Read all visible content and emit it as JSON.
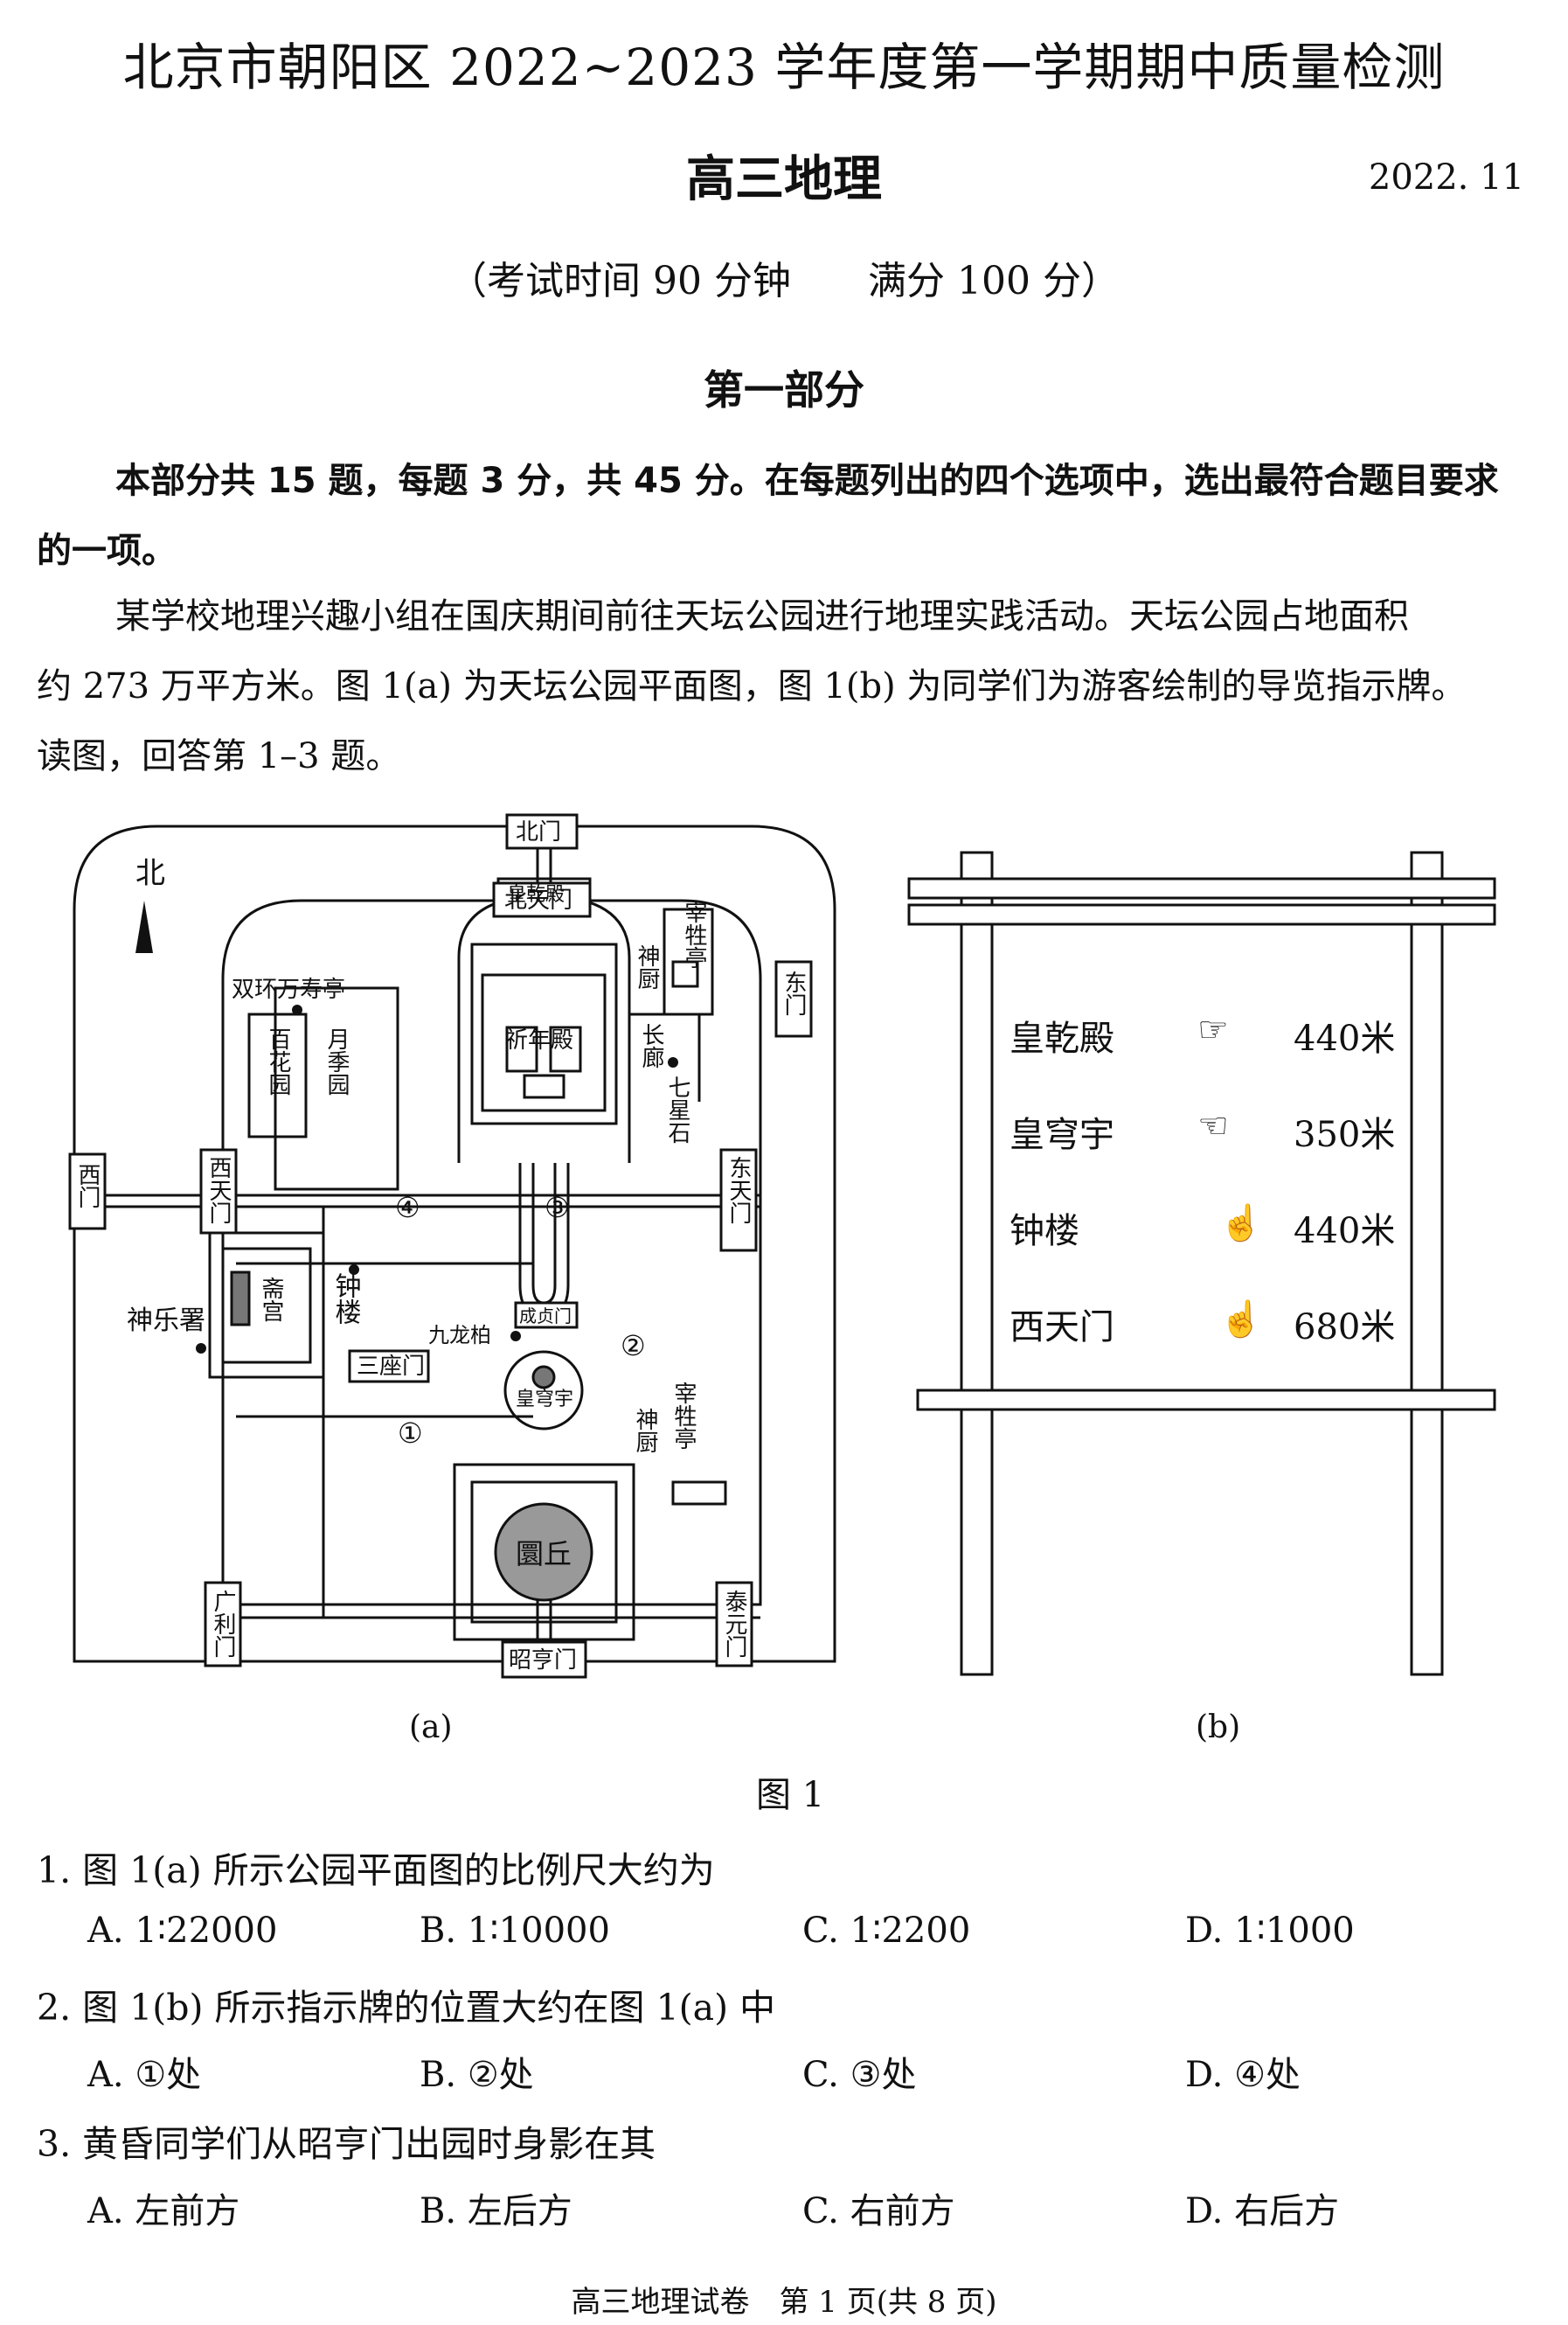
{
  "header": {
    "title": "北京市朝阳区 2022~2023 学年度第一学期期中质量检测",
    "subject": "高三地理",
    "date": "2022. 11",
    "exam_info": "（考试时间 90 分钟　　满分 100 分）"
  },
  "section": {
    "title": "第一部分",
    "instructions_line1": "本部分共 15 题，每题 3 分，共 45 分。在每题列出的四个选项中，选出最符合题目要求",
    "instructions_line2": "的一项。"
  },
  "intro": {
    "line1": "某学校地理兴趣小组在国庆期间前往天坛公园进行地理实践活动。天坛公园占地面积",
    "line2": "约 273 万平方米。图 1(a) 为天坛公园平面图，图 1(b) 为同学们为游客绘制的导览指示牌。",
    "line3": "读图，回答第 1–3 题。"
  },
  "figure": {
    "map_labels": {
      "north": "北",
      "north_gate": "北门",
      "north_heaven_gate": "北天门",
      "zaisheng_ting_top": "宰牲亭",
      "shenchu_top": "神厨",
      "east_gate": "东门",
      "huangqian_dian": "皇乾殿",
      "qinian_dian": "祈年殿",
      "changlang": "长廊",
      "qixing_shi": "七星石",
      "shuanghuan_ting": "双环万寿亭",
      "baihua_yuan": "百花园",
      "yueji_yuan": "月季园",
      "west_gate": "西门",
      "west_heaven_gate": "西天门",
      "east_heaven_gate": "东天门",
      "zhai_gong": "斋宫",
      "zhong_lou": "钟楼",
      "shenyue_shu": "神乐署",
      "jiulong_bai": "九龙柏",
      "chengzhen_men": "成贞门",
      "sanzuo_men": "三座门",
      "huangqiong_yu": "皇穹宇",
      "shenchu_bottom": "神厨",
      "zaisheng_ting_bottom": "宰牲亭",
      "yuanqiu": "圜丘",
      "guangli_men": "广利门",
      "taiyuan_men": "泰元门",
      "zhaoheng_men": "昭亨门",
      "marker_1": "①",
      "marker_2": "②",
      "marker_3": "③",
      "marker_4": "④"
    },
    "sign_rows": [
      {
        "place": "皇乾殿",
        "distance": "440米",
        "icon": "hand-pointing-right-icon"
      },
      {
        "place": "皇穹宇",
        "distance": "350米",
        "icon": "hand-pointing-left-icon"
      },
      {
        "place": "钟楼",
        "distance": "440米",
        "icon": "hand-pointing-up-icon"
      },
      {
        "place": "西天门",
        "distance": "680米",
        "icon": "hand-pointing-up-icon"
      }
    ],
    "sub_a": "(a)",
    "sub_b": "(b)",
    "caption": "图 1"
  },
  "questions": [
    {
      "number": "1.",
      "stem": "图 1(a) 所示公园平面图的比例尺大约为",
      "options": [
        "A. 1∶22000",
        "B. 1∶10000",
        "C. 1∶2200",
        "D. 1∶1000"
      ]
    },
    {
      "number": "2.",
      "stem": "图 1(b) 所示指示牌的位置大约在图 1(a) 中",
      "options": [
        "A. ①处",
        "B. ②处",
        "C. ③处",
        "D. ④处"
      ]
    },
    {
      "number": "3.",
      "stem": "黄昏同学们从昭亨门出园时身影在其",
      "options": [
        "A.  左前方",
        "B.  左后方",
        "C.  右前方",
        "D.  右后方"
      ]
    }
  ],
  "footer": "高三地理试卷　第 1 页(共 8 页)"
}
